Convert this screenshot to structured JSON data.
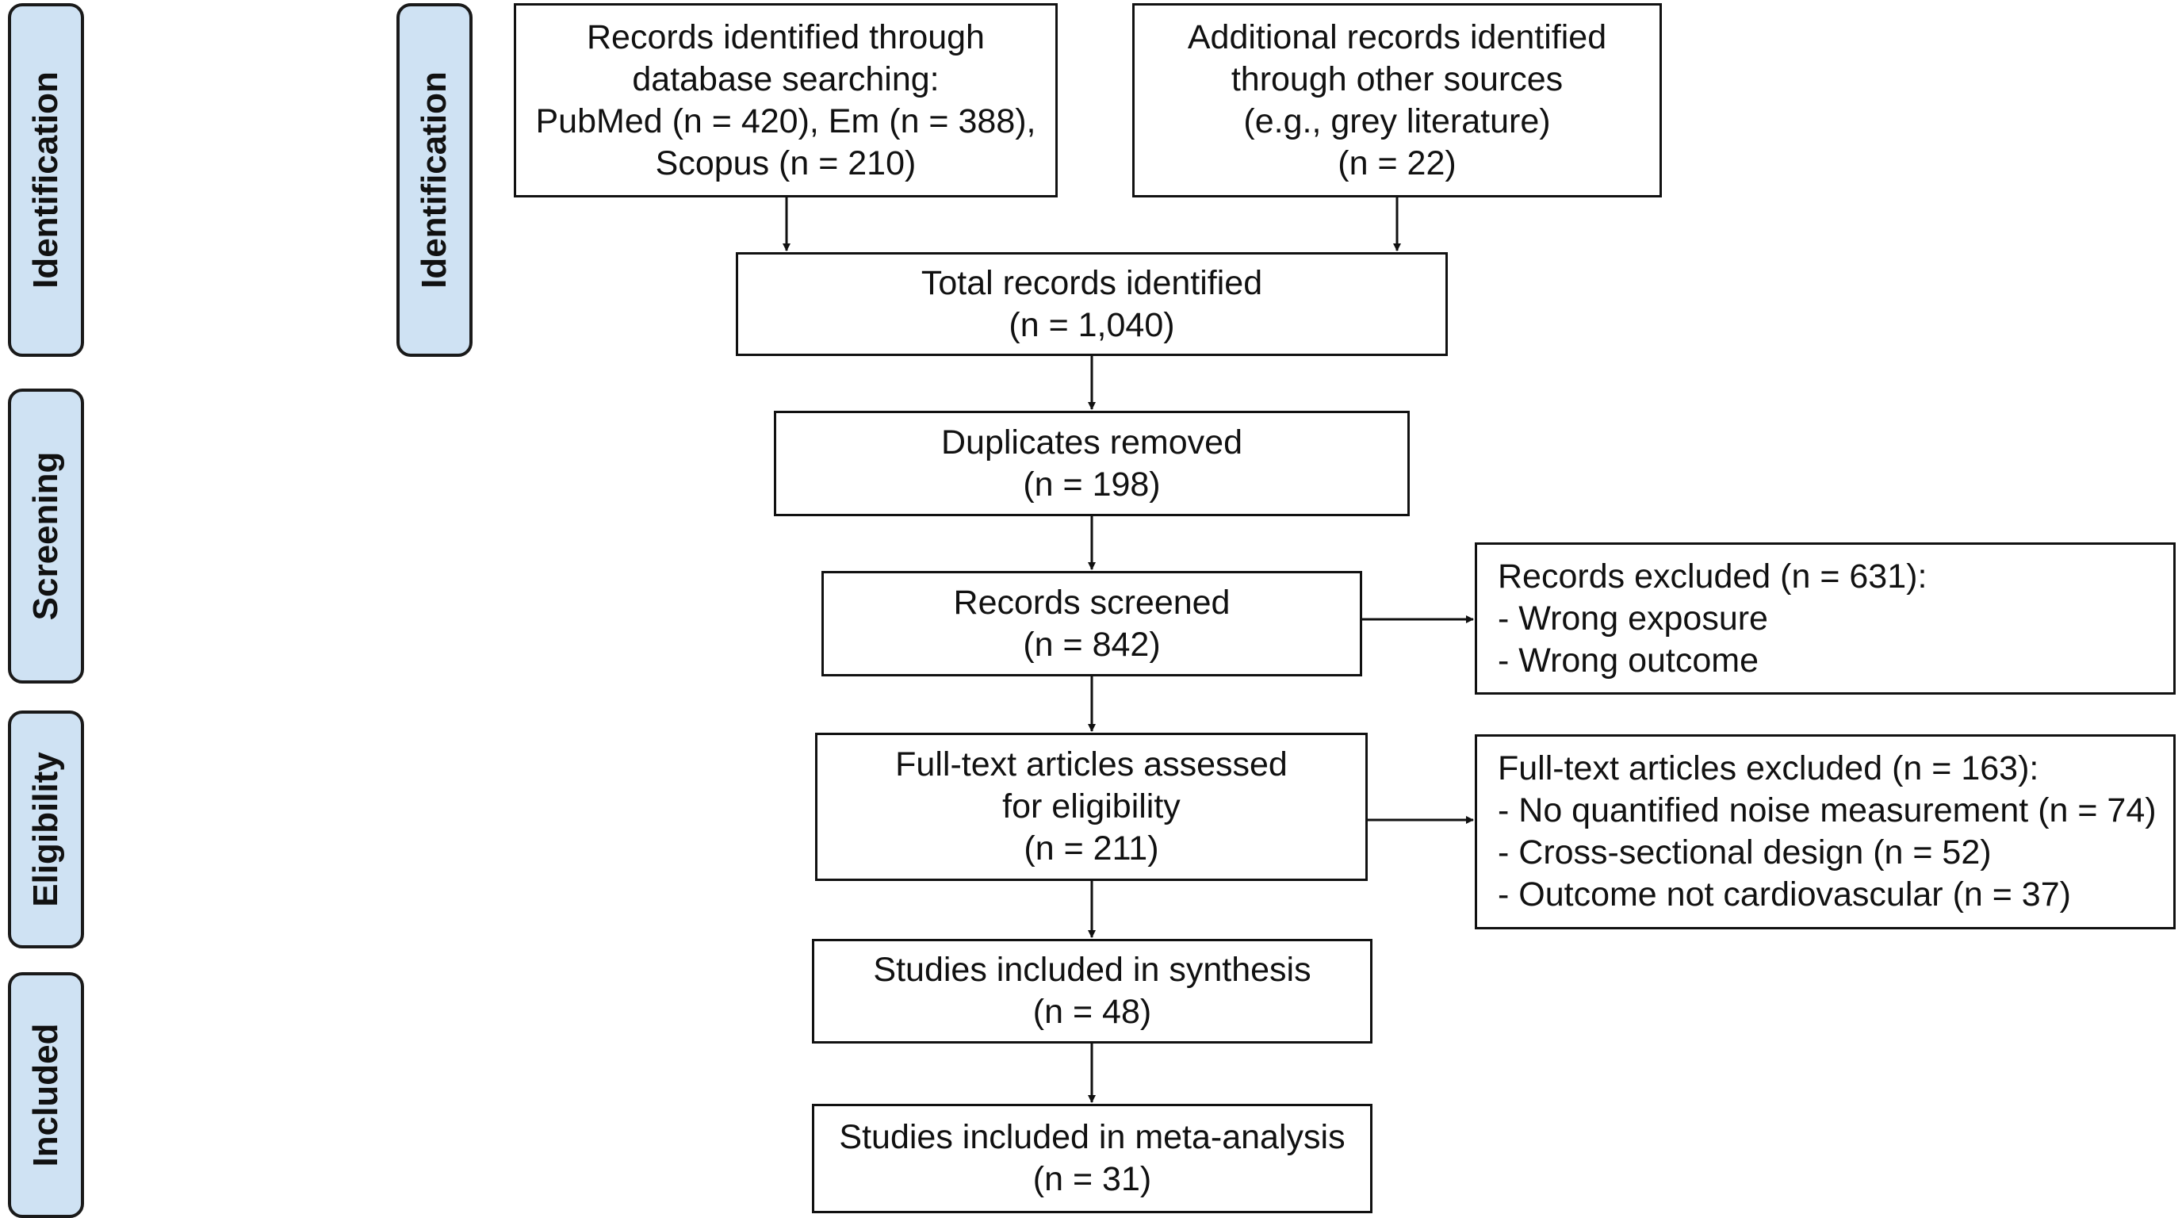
{
  "stages": {
    "identification": "Identification",
    "identification_inner": "Identification",
    "screening": "Screening",
    "eligibility": "Eligibility",
    "included": "Included"
  },
  "boxes": {
    "database_search": [
      "Records identified through",
      "database searching:",
      "PubMed (n = 420), Em (n = 388),",
      "Scopus (n = 210)"
    ],
    "other_sources": [
      "Additional records identified",
      "through other sources",
      "(e.g., grey literature)",
      "(n = 22)"
    ],
    "total_identified": [
      "Total records identified",
      "(n = 1,040)"
    ],
    "duplicates_removed": [
      "Duplicates removed",
      "(n = 198)"
    ],
    "records_screened": [
      "Records screened",
      "(n = 842)"
    ],
    "records_excluded": [
      "Records excluded (n = 631):",
      "- Wrong exposure",
      "- Wrong outcome"
    ],
    "fulltext_assessed": [
      "Full-text articles assessed",
      "for eligibility",
      "(n = 211)"
    ],
    "fulltext_excluded": [
      "Full-text articles excluded (n = 163):",
      "- No quantified noise measurement (n = 74)",
      "- Cross-sectional design (n = 52)",
      "- Outcome not cardiovascular (n = 37)"
    ],
    "synthesis": [
      "Studies included in synthesis",
      "(n = 48)"
    ],
    "meta_analysis": [
      "Studies included in meta-analysis",
      "(n = 31)"
    ]
  }
}
